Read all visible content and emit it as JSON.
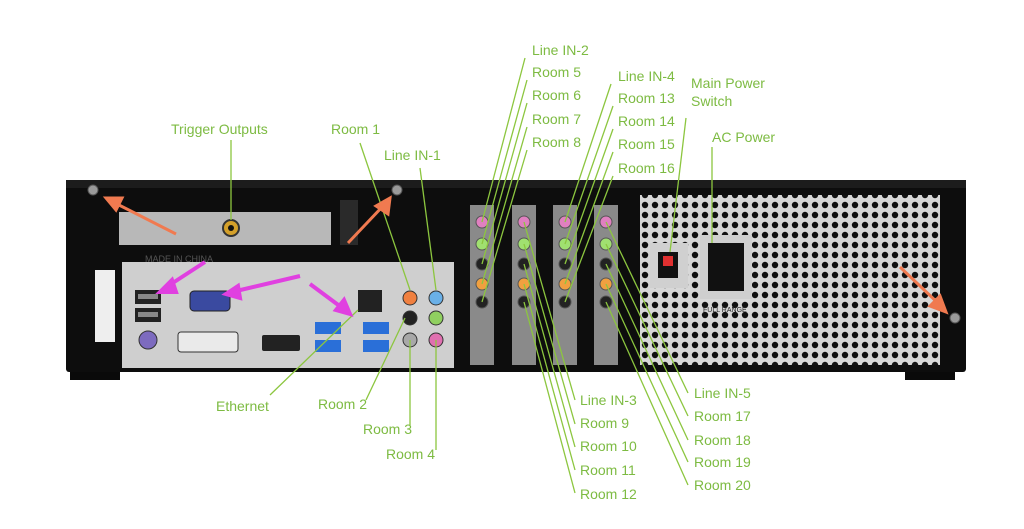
{
  "colors": {
    "label": "#7dbb42",
    "leader_line": "#8cc63f",
    "pink_arrow": "#e040e0",
    "orange_arrow": "#f07a50",
    "chassis": "#111111"
  },
  "chassis": {
    "pcie_caption": "MADE IN CHINA",
    "psu_switch_caption": "FULL RANGE"
  },
  "labels": {
    "trigger_outputs": "Trigger Outputs",
    "room_1": "Room 1",
    "line_in_1": "Line IN-1",
    "line_in_2": "Line IN-2",
    "room_5": "Room 5",
    "room_6": "Room 6",
    "room_7": "Room 7",
    "room_8": "Room 8",
    "line_in_4": "Line IN-4",
    "room_13": "Room 13",
    "room_14": "Room 14",
    "room_15": "Room 15",
    "room_16": "Room 16",
    "main_power_1": "Main Power",
    "main_power_2": "Switch",
    "ac_power": "AC Power",
    "ethernet": "Ethernet",
    "room_2": "Room 2",
    "room_3": "Room 3",
    "room_4": "Room 4",
    "line_in_3": "Line IN-3",
    "room_9": "Room 9",
    "room_10": "Room 10",
    "room_11": "Room 11",
    "room_12": "Room 12",
    "line_in_5": "Line IN-5",
    "room_17": "Room 17",
    "room_18": "Room 18",
    "room_19": "Room 19",
    "room_20": "Room 20"
  }
}
